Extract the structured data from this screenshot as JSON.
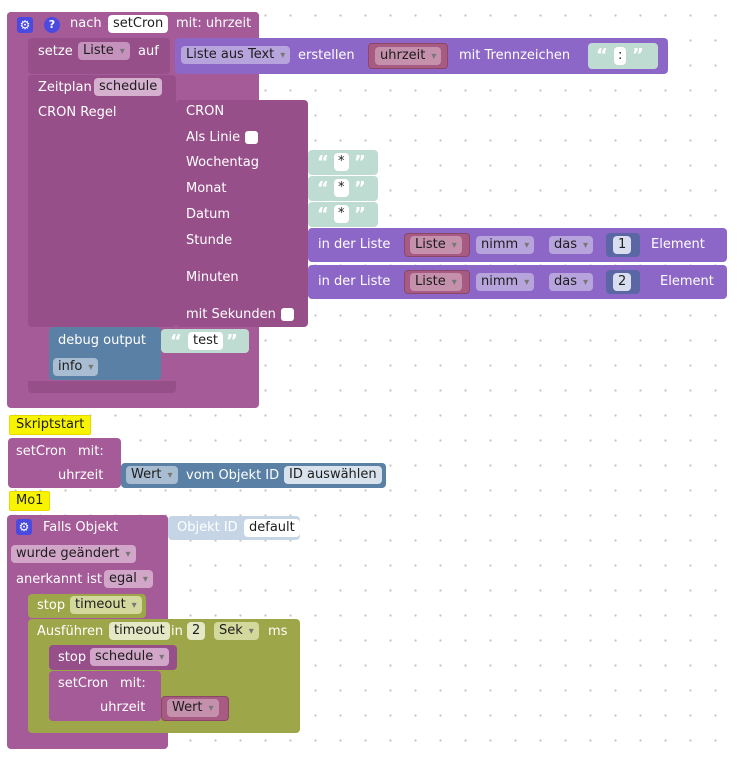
{
  "func": {
    "keyword_nach": "nach",
    "name": "setCron",
    "params": "mit: uhrzeit",
    "setze": "setze",
    "var_liste": "Liste",
    "auf": "auf",
    "liste_aus_text": "Liste aus Text",
    "erstellen": "erstellen",
    "var_uhrzeit": "uhrzeit",
    "mit_trennzeichen": "mit Trennzeichen",
    "separator": ":",
    "zeitplan": "Zeitplan",
    "zeitplan_var": "schedule",
    "cron_regel": "CRON Regel",
    "cron": "CRON",
    "als_linie": "Als Linie",
    "wochentag": "Wochentag",
    "monat": "Monat",
    "datum": "Datum",
    "star": "*",
    "stunde": "Stunde",
    "minuten": "Minuten",
    "mit_sekunden": "mit Sekunden",
    "in_der_liste": "in der Liste",
    "nimm": "nimm",
    "das": "das",
    "index1": "1",
    "index2": "2",
    "element": "Element",
    "debug_output": "debug output",
    "debug_text": "test",
    "debug_level": "info"
  },
  "skriptstart": {
    "label": "Skriptstart",
    "call_name": "setCron",
    "mit": "mit:",
    "param": "uhrzeit",
    "wert": "Wert",
    "vom_objekt_id": "vom Objekt ID",
    "id_auswaehlen": "ID auswählen"
  },
  "mo1": {
    "label": "Mo1",
    "falls_objekt": "Falls Objekt",
    "objekt_id": "Objekt ID",
    "default": "default",
    "wurde_geaendert": "wurde geändert",
    "anerkannt_ist": "anerkannt ist",
    "egal": "egal",
    "stop": "stop",
    "timeout": "timeout",
    "ausfuehren": "Ausführen",
    "in": "in",
    "delay": "2",
    "sek": "Sek",
    "ms": "ms",
    "schedule": "schedule",
    "call_name": "setCron",
    "mit": "mit:",
    "param": "uhrzeit",
    "wert": "Wert"
  },
  "icons": [
    "gear-icon",
    "help-icon",
    "checkbox-icon"
  ],
  "colors": {
    "procedure": "#a55b97",
    "text": "#bedcd2",
    "list": "#8d67c8",
    "variable": "#a75b82",
    "debug": "#5b80a5",
    "timeout": "#9da649",
    "comment": "#f8f400"
  }
}
